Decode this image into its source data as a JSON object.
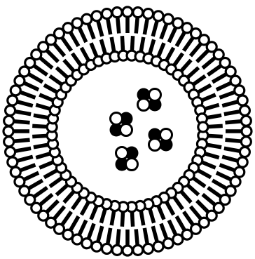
{
  "diagram": {
    "subject": "liposome-cross-section",
    "outer_leaflet_lipid_count": 72,
    "inner_leaflet_lipid_count": 56,
    "encapsulated_molecule_count": 4,
    "colors": {
      "background": "#ffffff",
      "lipid": "#000000",
      "head_fill": "#ffffff",
      "atom_light": "#ffffff",
      "atom_dark": "#000000"
    },
    "icons": {
      "lipid_head": "circle",
      "lipid_tail": "bar",
      "molecule": "four-atom-cluster"
    }
  }
}
